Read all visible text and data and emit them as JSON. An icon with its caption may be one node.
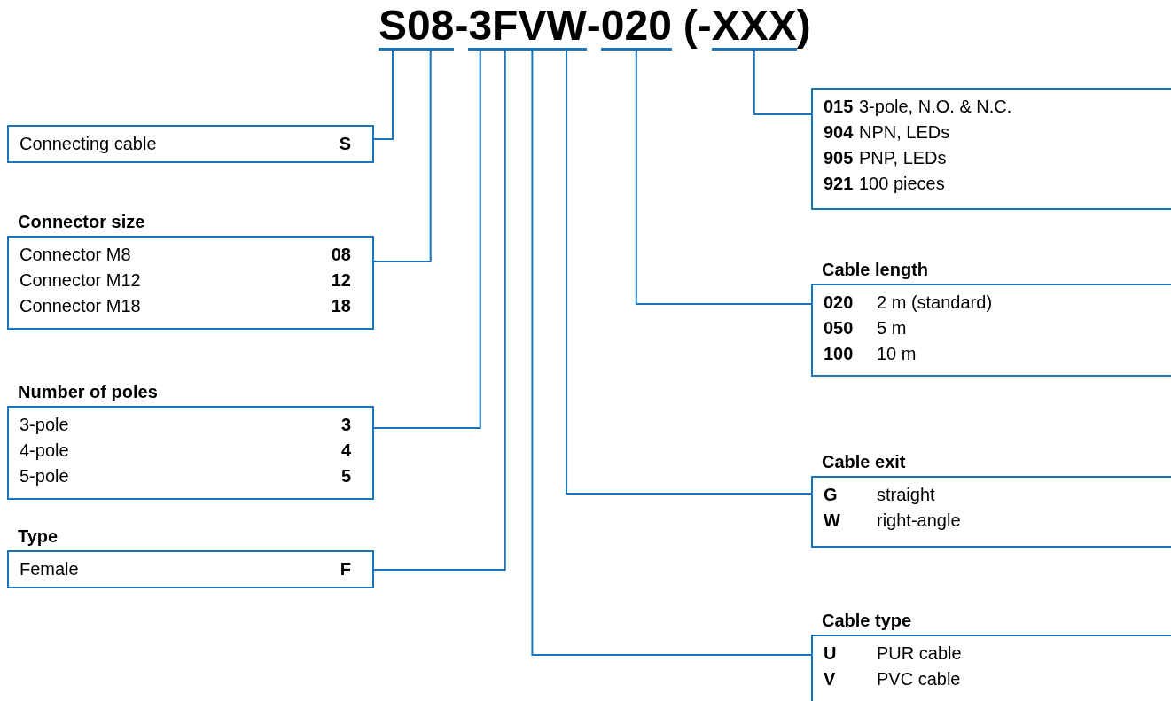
{
  "diagram": {
    "nodes": [
      {
        "text": [
          "S"
        ]
      },
      {
        "text": [
          "08"
        ]
      },
      {
        "text": [
          "-"
        ]
      },
      {
        "text": [
          "3"
        ]
      },
      {
        "text": [
          "F"
        ]
      },
      {
        "text": [
          "V"
        ]
      },
      {
        "text": [
          "W"
        ]
      },
      {
        "text": [
          "-"
        ]
      },
      {
        "text": [
          "020"
        ]
      },
      {
        "text": [
          "(-"
        ]
      },
      {
        "text": [
          "XXX"
        ]
      },
      {
        "text": [
          ")"
        ]
      },
      {
        "text": [
          "Connecting cable",
          "S"
        ]
      },
      {
        "text": [
          "Connector size",
          "Connector M8",
          "08",
          "Connector M12",
          "12",
          "Connector M18",
          "18"
        ]
      },
      {
        "text": [
          "Number of poles",
          "3-pole",
          "3",
          "4-pole",
          "4",
          "5-pole",
          "5"
        ]
      },
      {
        "text": [
          "Type",
          "Female",
          "F"
        ]
      },
      {
        "text": [
          "015",
          "3-pole, N.O. & N.C.",
          "904",
          "NPN, LEDs",
          "905",
          "PNP, LEDs",
          "921",
          "100 pieces"
        ]
      },
      {
        "text": [
          "Cable length",
          "020",
          "2 m (standard)",
          "050",
          "5 m",
          "100",
          "10 m"
        ]
      },
      {
        "text": [
          "Cable exit",
          "G",
          "straight",
          "W",
          "right-angle"
        ]
      },
      {
        "text": [
          "Cable type",
          "U",
          "PUR cable",
          "V",
          "PVC cable"
        ]
      }
    ],
    "edges": [
      {
        "from": 0,
        "to": 12,
        "arrow": "none"
      },
      {
        "from": 1,
        "to": 13,
        "arrow": "none"
      },
      {
        "from": 3,
        "to": 14,
        "arrow": "none"
      },
      {
        "from": 4,
        "to": 15,
        "arrow": "none"
      },
      {
        "from": 5,
        "to": 19,
        "arrow": "none"
      },
      {
        "from": 6,
        "to": 18,
        "arrow": "none"
      },
      {
        "from": 8,
        "to": 17,
        "arrow": "none"
      },
      {
        "from": 10,
        "to": 16,
        "arrow": "none"
      }
    ]
  }
}
